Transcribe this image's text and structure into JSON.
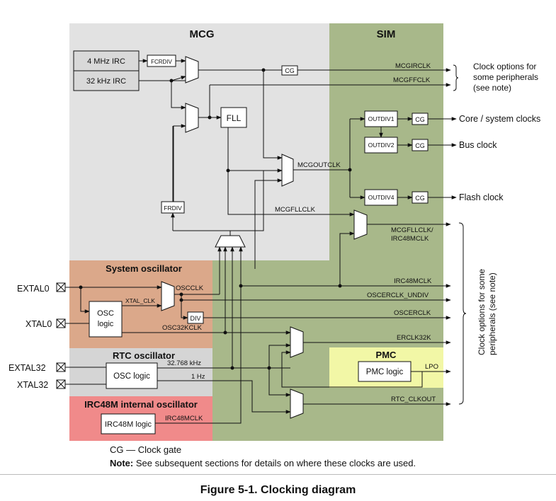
{
  "regions": {
    "mcg": "MCG",
    "sim": "SIM",
    "system_osc": "System oscillator",
    "rtc_osc": "RTC oscillator",
    "irc48m_osc": "IRC48M internal oscillator",
    "pmc": "PMC"
  },
  "blocks": {
    "irc4m": "4 MHz IRC",
    "irc32k": "32 kHz IRC",
    "fcrdiv": "FCRDIV",
    "fll": "FLL",
    "frdiv": "FRDIV",
    "cg": "CG",
    "outdiv1": "OUTDIV1",
    "outdiv2": "OUTDIV2",
    "outdiv4": "OUTDIV4",
    "osc_logic_sys": "OSC logic",
    "div": "DIV",
    "osc_logic_rtc": "OSC logic",
    "irc48m_logic": "IRC48M logic",
    "pmc_logic": "PMC logic"
  },
  "signals": {
    "mcgirclk": "MCGIRCLK",
    "mcgffclk": "MCGFFCLK",
    "mcgoutclk": "MCGOUTCLK",
    "mcgfllclk": "MCGFLLCLK",
    "mcgfllclk_irc48mclk": "MCGFLLCLK/\nIRC48MCLK",
    "irc48mclk": "IRC48MCLK",
    "oscerclk_undiv": "OSCERCLK_UNDIV",
    "oscerclk": "OSCERCLK",
    "erclk32k": "ERCLK32K",
    "rtc_clkout": "RTC_CLKOUT",
    "lpo": "LPO",
    "oscclk": "OSCCLK",
    "xtal_clk": "XTAL_CLK",
    "osc32kclk": "OSC32KCLK",
    "f32768": "32.768 kHz",
    "f1hz": "1 Hz",
    "irc48mclk_int": "IRC48MCLK"
  },
  "pins": {
    "extal0": "EXTAL0",
    "xtal0": "XTAL0",
    "extal32": "EXTAL32",
    "xtal32": "XTAL32"
  },
  "outputs": {
    "clock_opts_top": "Clock options for\nsome peripherals\n(see note)",
    "core_system": "Core / system clocks",
    "bus": "Bus clock",
    "flash": "Flash clock",
    "clock_opts_side": "Clock options for some\nperipherals (see note)"
  },
  "legend": {
    "cg_def": "CG — Clock gate",
    "note_label": "Note:",
    "note_text": " See subsequent sections for details on where these clocks are used."
  },
  "caption": "Figure 5-1. Clocking diagram",
  "colors": {
    "mcg": "#e2e2e2",
    "sim": "#a8b88a",
    "system_osc": "#dba88a",
    "rtc_osc": "#d5d5d5",
    "irc48m": "#f08a8a",
    "pmc": "#f2f7a6"
  }
}
